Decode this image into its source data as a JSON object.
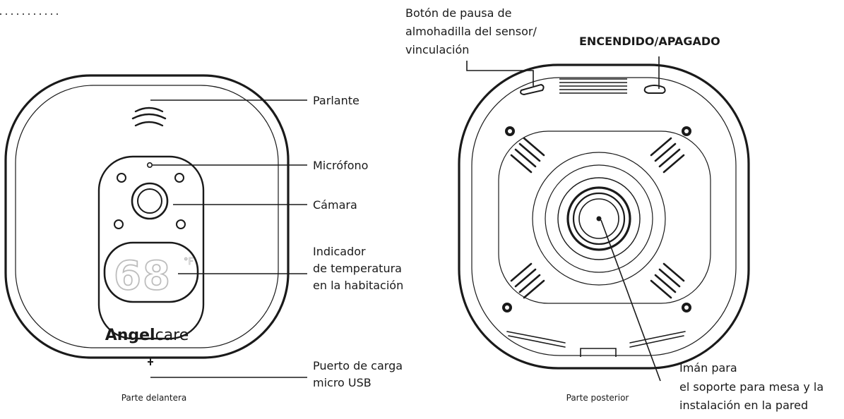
{
  "front": {
    "caption": "Parte delantera",
    "brand_bold": "Angel",
    "brand_light": "care",
    "display_value": "68",
    "display_unit": "°F",
    "labels": {
      "speaker": "Parlante",
      "microphone": "Micrófono",
      "camera": "Cámara",
      "temp_line1": "Indicador",
      "temp_line2": "de temperatura",
      "temp_line3": "en la habitación",
      "port_line1": "Puerto de carga",
      "port_line2": "micro USB"
    }
  },
  "back": {
    "caption": "Parte posterior",
    "labels": {
      "pause_line1": "Botón de pausa de",
      "pause_line2": "almohadilla del sensor/",
      "pause_line3": "vinculación",
      "power": "ENCENDIDO/APAGADO",
      "magnet_line1": "Imán para",
      "magnet_line2": "el soporte para mesa y la",
      "magnet_line3": "instalación en la pared"
    }
  },
  "colors": {
    "ink": "#1a1a1a",
    "display_segments": "#bdbdbd"
  }
}
